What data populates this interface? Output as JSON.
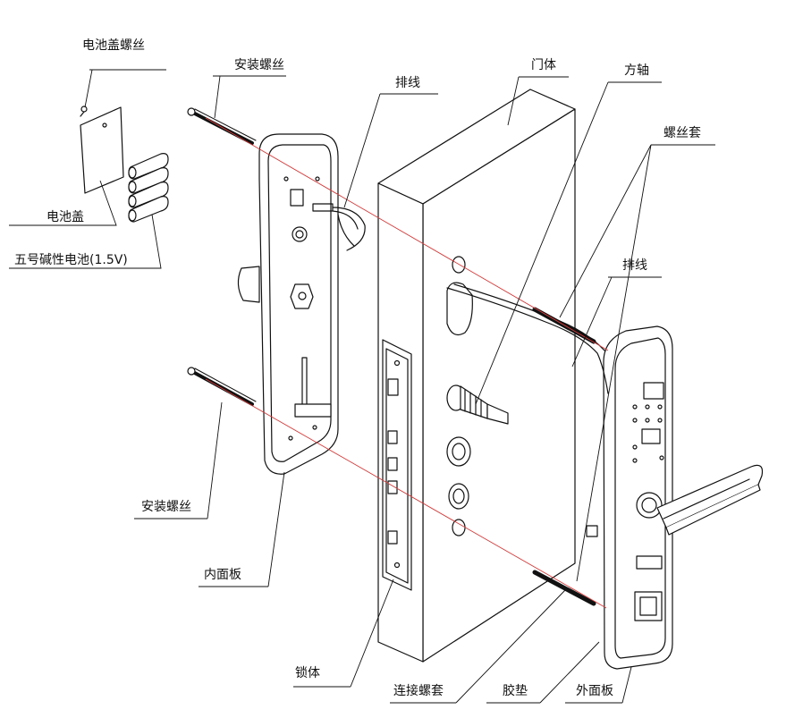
{
  "labels": {
    "battery_cover_screw": "电池盖螺丝",
    "battery_cover": "电池盖",
    "batteries": "五号碱性电池(1.5V)",
    "mount_screw_top": "安装螺丝",
    "mount_screw_bottom": "安装螺丝",
    "cable_top": "排线",
    "cable_right": "排线",
    "door_body": "门体",
    "square_shaft": "方轴",
    "screw_sleeve": "螺丝套",
    "inner_panel": "内面板",
    "lock_body": "锁体",
    "connecting_sleeve": "连接螺套",
    "rubber_pad": "胶垫",
    "outer_panel": "外面板"
  },
  "colors": {
    "line": "#111111",
    "guide": "#d23c3c",
    "fill": "#ffffff"
  }
}
